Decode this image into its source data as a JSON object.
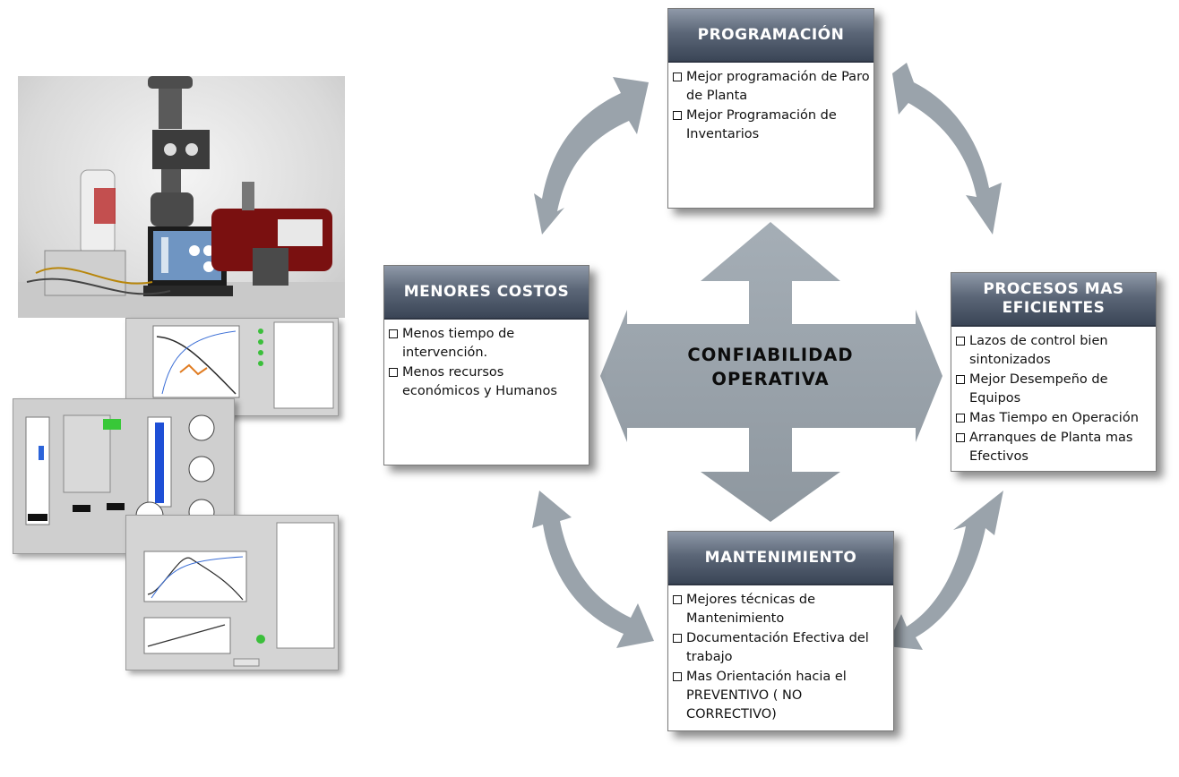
{
  "center": {
    "line1": "CONFIABILIDAD",
    "line2": "OPERATIVA"
  },
  "boxes": {
    "programacion": {
      "title": "PROGRAMACIÓN",
      "items": [
        "Mejor programación de Paro de Planta",
        "Mejor Programación de Inventarios"
      ]
    },
    "menores_costos": {
      "title": "MENORES COSTOS",
      "items": [
        "Menos tiempo de intervención.",
        "Menos recursos económicos y Humanos"
      ]
    },
    "procesos": {
      "title_line1": "PROCESOS MAS",
      "title_line2": "EFICIENTES",
      "items": [
        "Lazos de control bien sintonizados",
        "Mejor Desempeño de Equipos",
        "Mas Tiempo en Operación",
        "Arranques de Planta mas Efectivos"
      ]
    },
    "mantenimiento": {
      "title": "MANTENIMIENTO",
      "items": [
        "Mejores técnicas de Mantenimiento",
        "Documentación Efectiva del trabajo",
        "Mas Orientación hacia el PREVENTIVO ( NO CORRECTIVO)"
      ]
    }
  },
  "colors": {
    "arrow": "#9ba4ac",
    "header_dark": "#3a4556",
    "header_light": "#8f99a8"
  },
  "icons": [
    "cross-arrow-icon",
    "curved-arrow-icon",
    "checkbox-bullet-icon"
  ]
}
